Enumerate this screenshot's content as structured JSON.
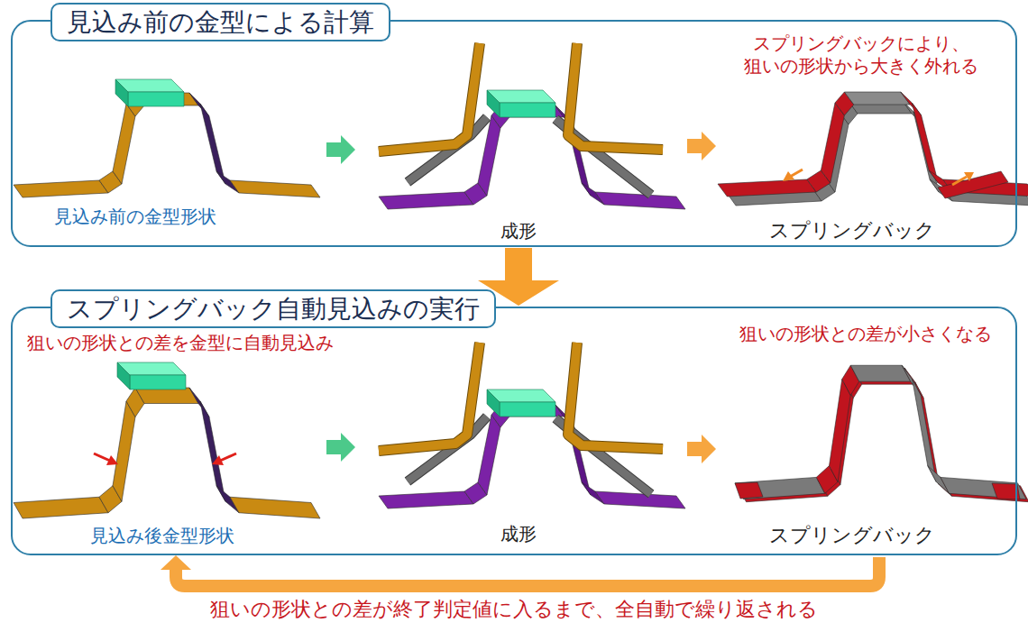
{
  "diagram": {
    "nodes": [
      {
        "text": [
          "見込み前の金型による計算"
        ]
      },
      {
        "text": [
          "スプリングバック自動見込みの実行"
        ]
      }
    ],
    "edges": [
      {
        "from": 0,
        "to": 1,
        "arrow": "to"
      }
    ],
    "labels": [
      "見込み前の金型形状",
      "成形",
      "スプリングバックにより、 狙いの形状から大きく外れる",
      "スプリングバック",
      "狙いの形状との差を金型に自動見込み",
      "見込み後金型形状",
      "成形",
      "狙いの形状との差が小さくなる",
      "スプリングバック",
      "狙いの形状との差が終了判定値に入るまで、全自動で繰り返される"
    ]
  }
}
